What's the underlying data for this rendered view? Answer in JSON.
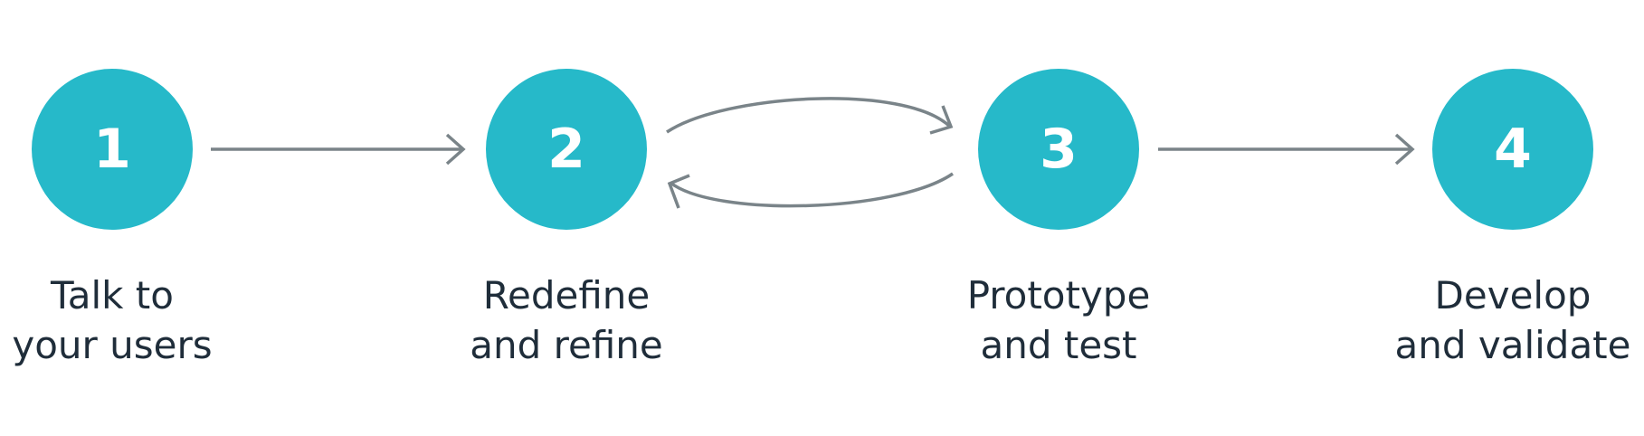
{
  "colors": {
    "circle": "#26b9c9",
    "number": "#ffffff",
    "arrow": "#7a8489",
    "caption": "#1f2d3a"
  },
  "steps": [
    {
      "number": "1",
      "line1": "Talk to",
      "line2": "your users"
    },
    {
      "number": "2",
      "line1": "Redefine",
      "line2": "and refine"
    },
    {
      "number": "3",
      "line1": "Prototype",
      "line2": "and test"
    },
    {
      "number": "4",
      "line1": "Develop",
      "line2": "and validate"
    }
  ],
  "connections": [
    {
      "from": "1",
      "to": "2",
      "style": "straight"
    },
    {
      "from": "2",
      "to": "3",
      "style": "curved-over"
    },
    {
      "from": "3",
      "to": "2",
      "style": "curved-under"
    },
    {
      "from": "3",
      "to": "4",
      "style": "straight"
    }
  ]
}
